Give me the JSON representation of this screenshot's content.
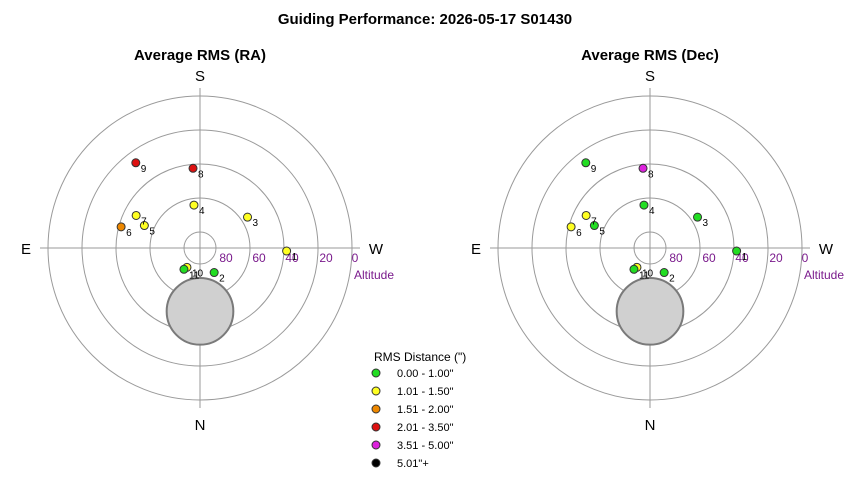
{
  "title": "Guiding Performance: 2026-05-17 S01430",
  "legend": {
    "title": "RMS Distance (\")",
    "bins": [
      {
        "label": "0.00 - 1.00\"",
        "color": "#22dd22"
      },
      {
        "label": "1.01 - 1.50\"",
        "color": "#ffff22"
      },
      {
        "label": "1.51 - 2.00\"",
        "color": "#ee8800"
      },
      {
        "label": "2.01 - 3.50\"",
        "color": "#dd1111"
      },
      {
        "label": "3.51 - 5.00\"",
        "color": "#dd22dd"
      },
      {
        "label": "5.01\"+",
        "color": "#000000"
      }
    ]
  },
  "chart_data": [
    {
      "type": "scatter",
      "projection": "polar-altaz",
      "title": "Average RMS (RA)",
      "directions": {
        "top": "S",
        "bottom": "N",
        "left": "E",
        "right": "W"
      },
      "altitude_ticks": [
        "80",
        "60",
        "40",
        "20",
        "0"
      ],
      "altitude_label": "Altitude",
      "obstruction": {
        "azimuth": 0,
        "altitude": 52,
        "radius_deg": 20
      },
      "points": [
        {
          "label": "1",
          "azimuth": 272,
          "altitude": 38,
          "bin": 1
        },
        {
          "label": "2",
          "azimuth": 330,
          "altitude": 73,
          "bin": 0
        },
        {
          "label": "3",
          "azimuth": 237,
          "altitude": 56,
          "bin": 1
        },
        {
          "label": "4",
          "azimuth": 172,
          "altitude": 64,
          "bin": 1
        },
        {
          "label": "5",
          "azimuth": 112,
          "altitude": 54,
          "bin": 1
        },
        {
          "label": "6",
          "azimuth": 105,
          "altitude": 41,
          "bin": 2
        },
        {
          "label": "7",
          "azimuth": 117,
          "altitude": 47,
          "bin": 1
        },
        {
          "label": "8",
          "azimuth": 175,
          "altitude": 42,
          "bin": 3
        },
        {
          "label": "9",
          "azimuth": 143,
          "altitude": 26,
          "bin": 3
        },
        {
          "label": "10",
          "azimuth": 34,
          "altitude": 76,
          "bin": 1
        },
        {
          "label": "11",
          "azimuth": 37,
          "altitude": 74,
          "bin": 0
        }
      ]
    },
    {
      "type": "scatter",
      "projection": "polar-altaz",
      "title": "Average RMS (Dec)",
      "directions": {
        "top": "S",
        "bottom": "N",
        "left": "E",
        "right": "W"
      },
      "altitude_ticks": [
        "80",
        "60",
        "40",
        "20",
        "0"
      ],
      "altitude_label": "Altitude",
      "obstruction": {
        "azimuth": 0,
        "altitude": 52,
        "radius_deg": 20
      },
      "points": [
        {
          "label": "1",
          "azimuth": 272,
          "altitude": 38,
          "bin": 0
        },
        {
          "label": "2",
          "azimuth": 330,
          "altitude": 73,
          "bin": 0
        },
        {
          "label": "3",
          "azimuth": 237,
          "altitude": 56,
          "bin": 0
        },
        {
          "label": "4",
          "azimuth": 172,
          "altitude": 64,
          "bin": 0
        },
        {
          "label": "5",
          "azimuth": 112,
          "altitude": 54,
          "bin": 0
        },
        {
          "label": "6",
          "azimuth": 105,
          "altitude": 41,
          "bin": 1
        },
        {
          "label": "7",
          "azimuth": 117,
          "altitude": 47,
          "bin": 1
        },
        {
          "label": "8",
          "azimuth": 175,
          "altitude": 42,
          "bin": 4
        },
        {
          "label": "9",
          "azimuth": 143,
          "altitude": 26,
          "bin": 0
        },
        {
          "label": "10",
          "azimuth": 34,
          "altitude": 76,
          "bin": 1
        },
        {
          "label": "11",
          "azimuth": 37,
          "altitude": 74,
          "bin": 0
        }
      ]
    }
  ]
}
